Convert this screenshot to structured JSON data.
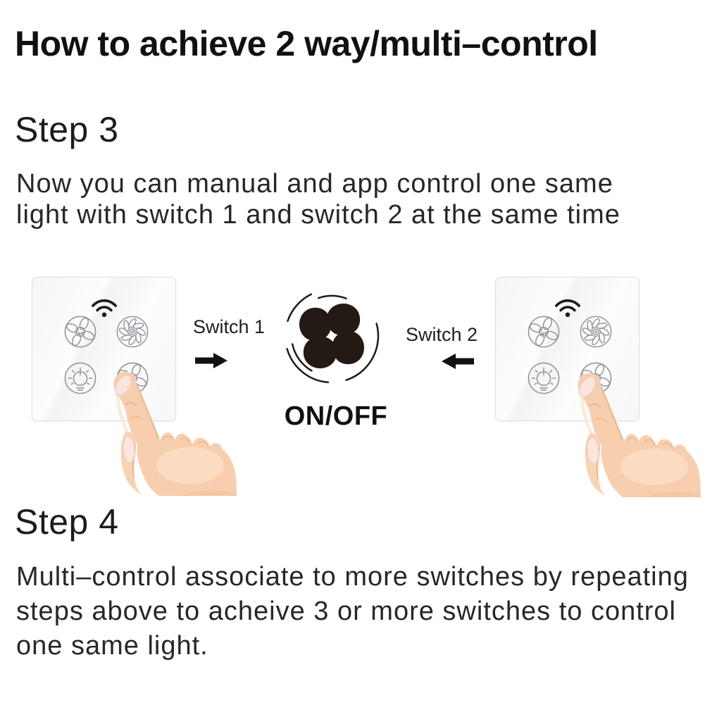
{
  "page": {
    "title": "How to achieve 2 way/multi–control"
  },
  "step3": {
    "heading": "Step 3",
    "lines": [
      "Now you can manual and app control one same",
      "light with switch 1 and switch 2 at the same time"
    ]
  },
  "step4": {
    "heading": "Step 4",
    "lines": [
      "Multi–control associate to more switches by repeating",
      "steps above to acheive 3 or more switches to control",
      "one same light."
    ]
  },
  "diagram": {
    "switch1_label": "Switch 1",
    "switch2_label": "Switch 2",
    "onoff_label": "ON/OFF",
    "fan_icon": "fan-icon",
    "panels": [
      {
        "status_icon": "wifi-icon",
        "button_icons": [
          "fan-propeller-icon",
          "fan-turbine-icon",
          "light-dimmer-icon",
          "fan-blade-icon"
        ]
      },
      {
        "status_icon": "wifi-icon",
        "button_icons": [
          "fan-propeller-icon",
          "fan-turbine-icon",
          "light-dimmer-icon",
          "fan-blade-icon"
        ]
      }
    ],
    "colors": {
      "text": "#161616",
      "arrow": "#111111",
      "fan_black": "#221a13",
      "panel_border": "#dce0e2",
      "icon_stroke": "#8f9499",
      "skin": "#f8cfae"
    }
  }
}
